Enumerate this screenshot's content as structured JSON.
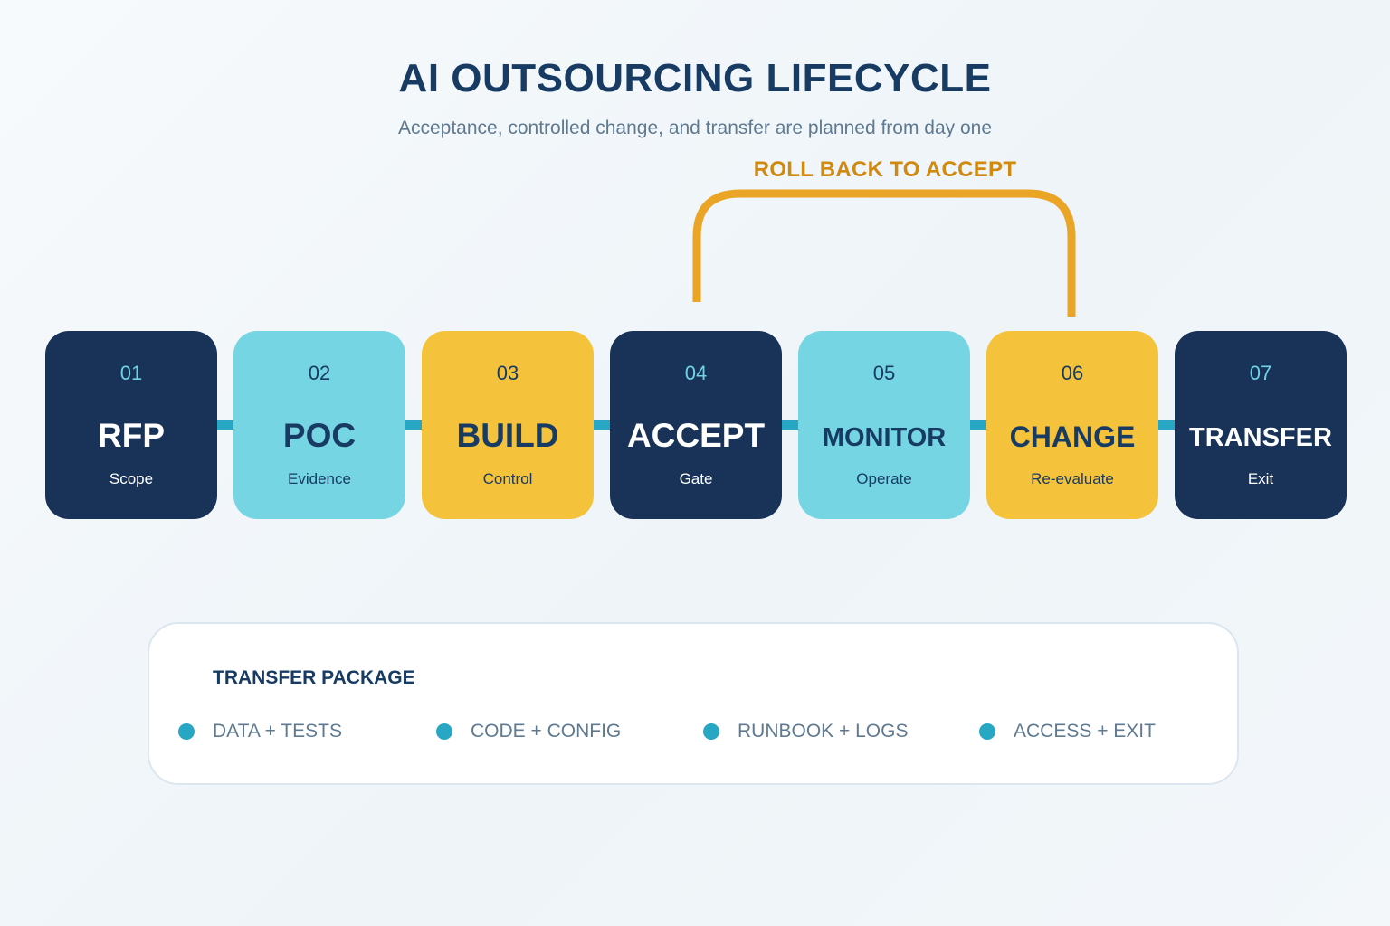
{
  "title": "AI OUTSOURCING LIFECYCLE",
  "subtitle": "Acceptance, controlled change, and transfer are planned from day one",
  "loop": {
    "label": "ROLL BACK TO ACCEPT",
    "from": "CHANGE",
    "to": "ACCEPT",
    "color": "#eba526"
  },
  "colors": {
    "dark": "#183258",
    "cyan": "#76d5e2",
    "yellow": "#f5c33b",
    "connector": "#27a7c4",
    "title": "#173b63",
    "loop_label": "#d08a10"
  },
  "stages": [
    {
      "num": "01",
      "name": "RFP",
      "sub": "Scope",
      "style": "dark"
    },
    {
      "num": "02",
      "name": "POC",
      "sub": "Evidence",
      "style": "cyan"
    },
    {
      "num": "03",
      "name": "BUILD",
      "sub": "Control",
      "style": "yellow"
    },
    {
      "num": "04",
      "name": "ACCEPT",
      "sub": "Gate",
      "style": "dark"
    },
    {
      "num": "05",
      "name": "MONITOR",
      "sub": "Operate",
      "style": "cyan"
    },
    {
      "num": "06",
      "name": "CHANGE",
      "sub": "Re-evaluate",
      "style": "yellow"
    },
    {
      "num": "07",
      "name": "TRANSFER",
      "sub": "Exit",
      "style": "dark"
    }
  ],
  "package": {
    "title": "TRANSFER PACKAGE",
    "items": [
      {
        "label": "DATA + TESTS"
      },
      {
        "label": "CODE + CONFIG"
      },
      {
        "label": "RUNBOOK + LOGS"
      },
      {
        "label": "ACCESS + EXIT"
      }
    ]
  }
}
